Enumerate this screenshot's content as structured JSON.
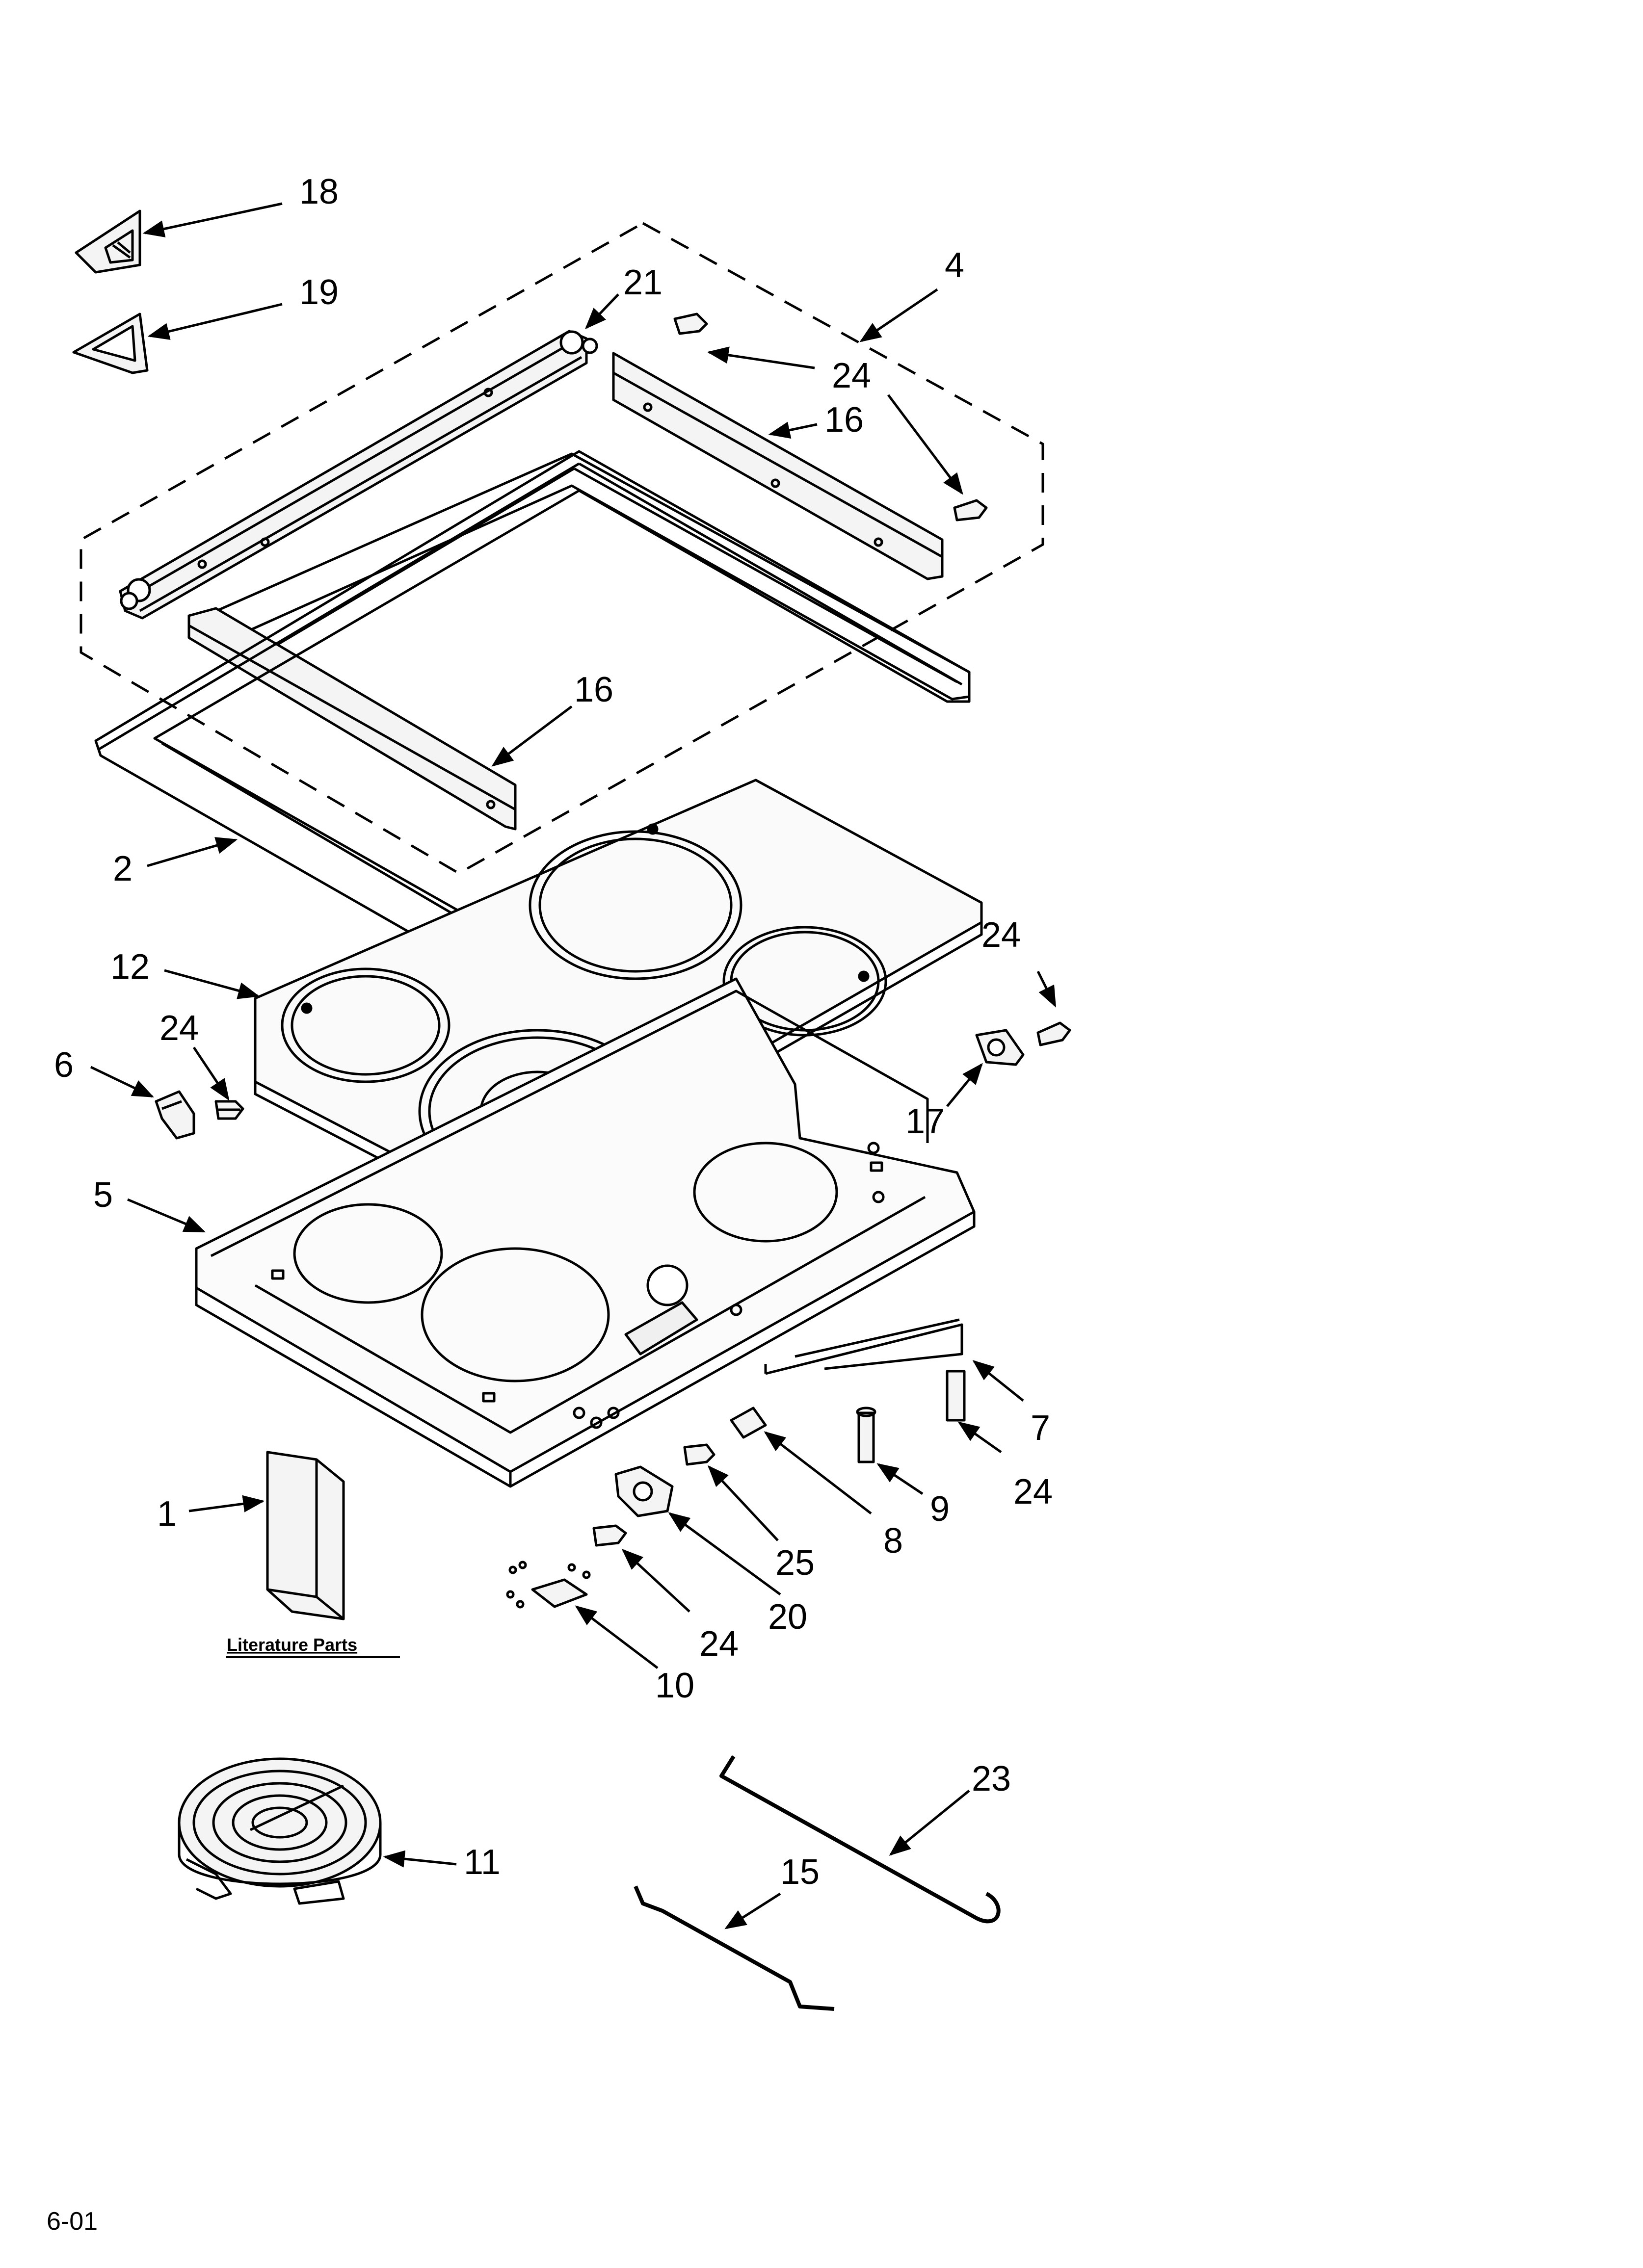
{
  "callouts": {
    "c18": "18",
    "c19": "19",
    "c21": "21",
    "c4": "4",
    "c24a": "24",
    "c16a": "16",
    "c16b": "16",
    "c2": "2",
    "c12": "12",
    "c24b": "24",
    "c6": "6",
    "c24c": "24",
    "c17": "17",
    "c5": "5",
    "c7": "7",
    "c24d": "24",
    "c1": "1",
    "c9": "9",
    "c8": "8",
    "c25": "25",
    "c20": "20",
    "c24e": "24",
    "c10": "10",
    "c11": "11",
    "c23": "23",
    "c15": "15"
  },
  "literature_label": "Literature Parts",
  "footer_code": "6-01",
  "colors": {
    "line": "#000000",
    "background": "#ffffff",
    "part_fill": "#f4f4f4"
  }
}
